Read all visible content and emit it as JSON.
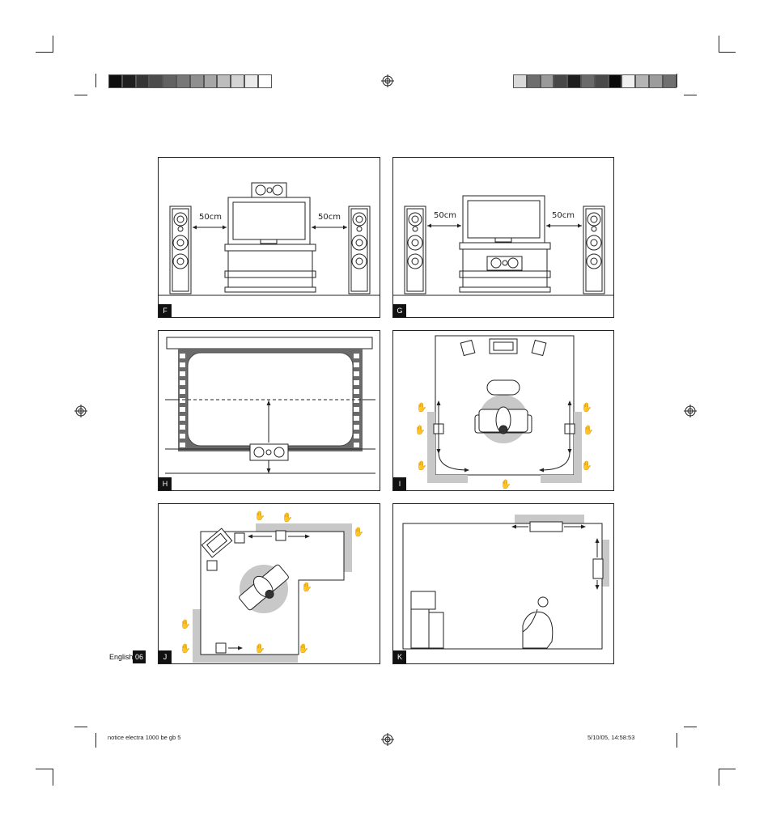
{
  "panels": {
    "F": {
      "label": "F",
      "distance_left": "50cm",
      "distance_right": "50cm"
    },
    "G": {
      "label": "G",
      "distance_left": "50cm",
      "distance_right": "50cm"
    },
    "H": {
      "label": "H"
    },
    "I": {
      "label": "I"
    },
    "J": {
      "label": "J"
    },
    "K": {
      "label": "K"
    }
  },
  "footer": {
    "language": "English",
    "page_number": "06",
    "file_info": "notice electra 1000 be gb   5",
    "timestamp": "5/10/05, 14:58:53"
  },
  "colors": {
    "swatches_left": [
      "#0e0e0e",
      "#1f1f1f",
      "#363636",
      "#4c4c4c",
      "#626262",
      "#787878",
      "#8f8f8f",
      "#a6a6a6",
      "#bdbdbd",
      "#d4d4d4",
      "#eaeaea",
      "#ffffff"
    ],
    "swatches_right": [
      "#d9d9d9",
      "#6e6e6e",
      "#9a9a9a",
      "#474747",
      "#1e1e1e",
      "#6a6a6a",
      "#4a4a4a",
      "#0a0a0a",
      "#f0f0f0",
      "#b4b4b4",
      "#9c9c9c",
      "#6f6f6f"
    ],
    "room_floor": "#c8c8c8"
  }
}
